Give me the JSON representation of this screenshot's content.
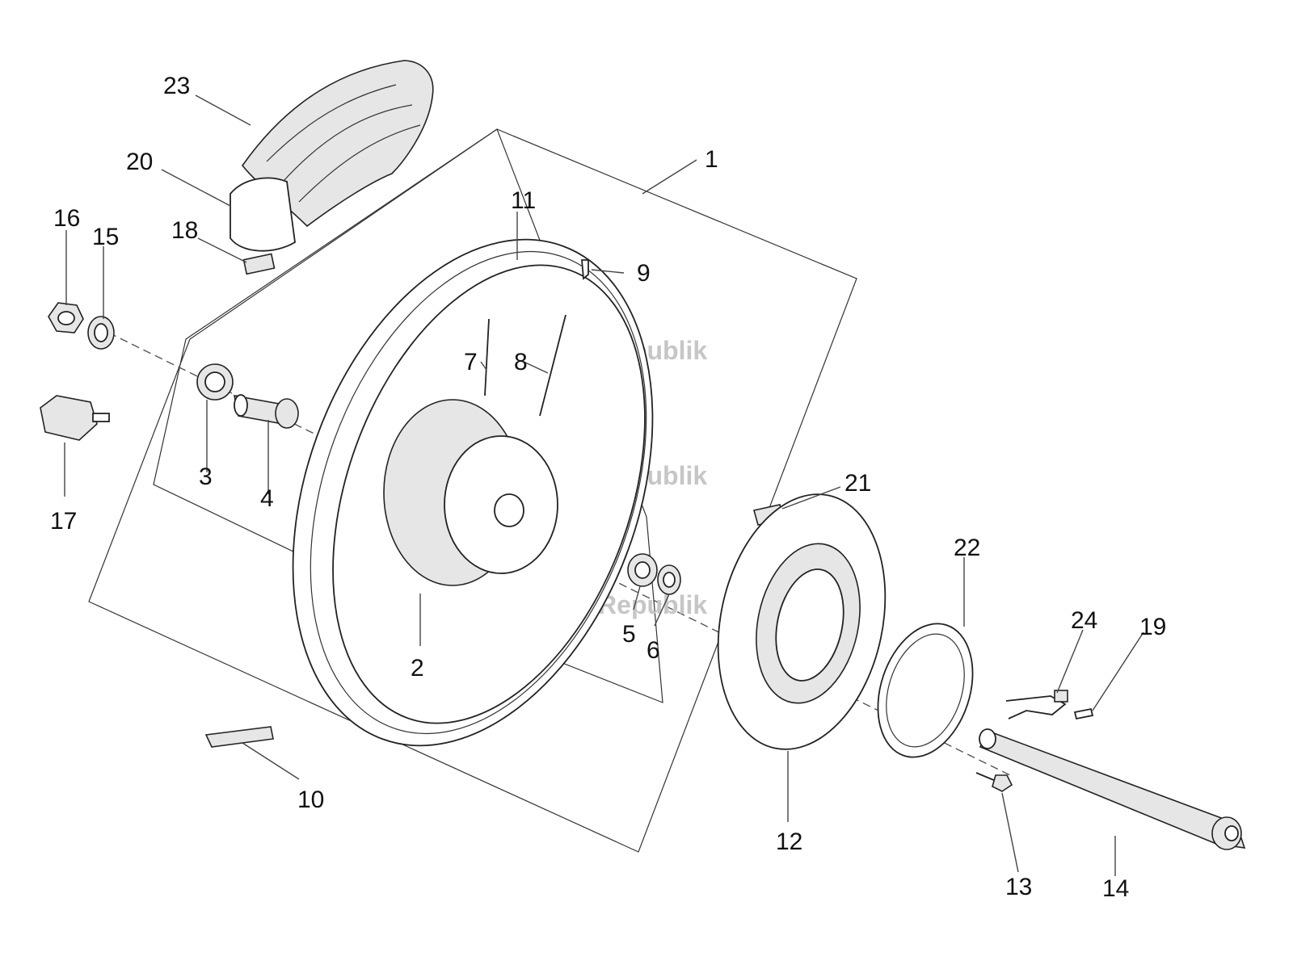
{
  "diagram": {
    "callouts": [
      {
        "id": "1",
        "label": "1"
      },
      {
        "id": "2",
        "label": "2"
      },
      {
        "id": "3",
        "label": "3"
      },
      {
        "id": "4",
        "label": "4"
      },
      {
        "id": "5",
        "label": "5"
      },
      {
        "id": "6",
        "label": "6"
      },
      {
        "id": "7",
        "label": "7"
      },
      {
        "id": "8",
        "label": "8"
      },
      {
        "id": "9",
        "label": "9"
      },
      {
        "id": "10",
        "label": "10"
      },
      {
        "id": "11",
        "label": "11"
      },
      {
        "id": "12",
        "label": "12"
      },
      {
        "id": "13",
        "label": "13"
      },
      {
        "id": "14",
        "label": "14"
      },
      {
        "id": "15",
        "label": "15"
      },
      {
        "id": "16",
        "label": "16"
      },
      {
        "id": "17",
        "label": "17"
      },
      {
        "id": "18",
        "label": "18"
      },
      {
        "id": "19",
        "label": "19"
      },
      {
        "id": "20",
        "label": "20"
      },
      {
        "id": "21",
        "label": "21"
      },
      {
        "id": "22",
        "label": "22"
      },
      {
        "id": "23",
        "label": "23"
      },
      {
        "id": "24",
        "label": "24"
      }
    ],
    "watermark": "PartsRepublik"
  }
}
